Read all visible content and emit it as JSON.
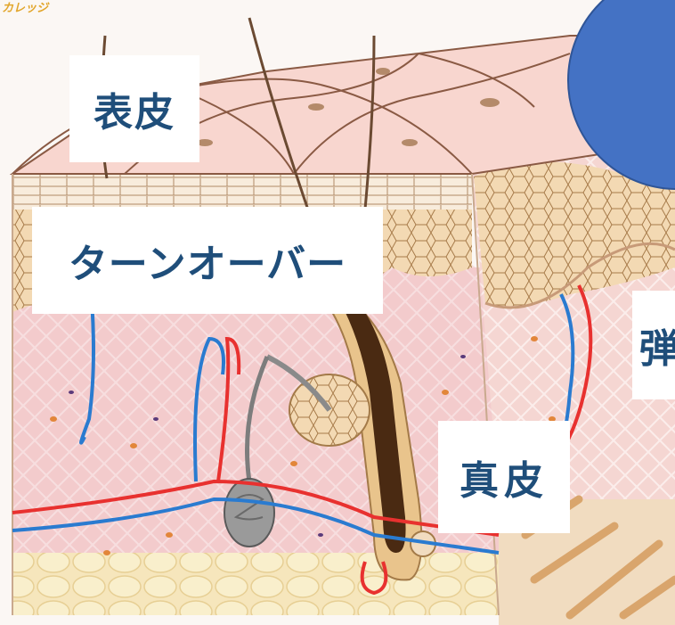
{
  "watermark": "カレッジ",
  "labels": {
    "epidermis": "表皮",
    "turnover": "ターンオーバー",
    "dermis": "真皮",
    "elastic_partial": "弾"
  },
  "colors": {
    "label_text": "#1f4e7a",
    "label_bg": "#ffffff",
    "circle": "#4472c4",
    "skin_surface": "#f7d3cc",
    "epidermis_cells": "#f3d9b3",
    "dermis": "#f5cfd0",
    "hair": "#4a2a12",
    "artery": "#e8312f",
    "vein": "#2a7bd0",
    "fat": "#f4e2b0"
  }
}
